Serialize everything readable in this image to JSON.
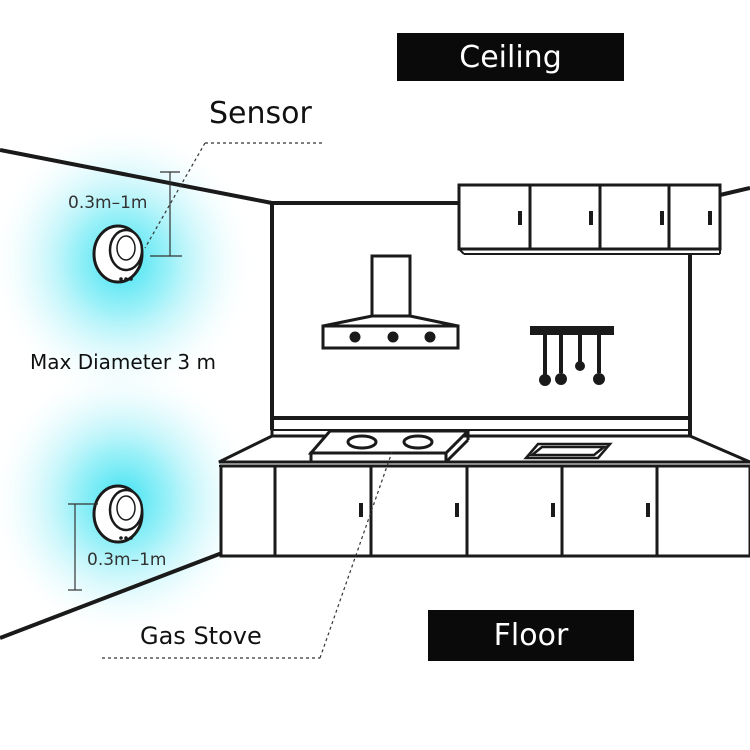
{
  "labels": {
    "ceiling": "Ceiling",
    "floor": "Floor",
    "sensor": "Sensor",
    "range_top": "0.3m–1m",
    "range_bottom": "0.3m–1m",
    "max_diameter": "Max Diameter 3 m",
    "gas_stove": "Gas Stove"
  },
  "colors": {
    "line": "#1a1a1a",
    "label_background": "#0a0a0a",
    "label_text": "#ffffff",
    "detection_glow": "#3fe3f2"
  },
  "icons": {
    "sensor_device": "gas-sensor-icon"
  }
}
